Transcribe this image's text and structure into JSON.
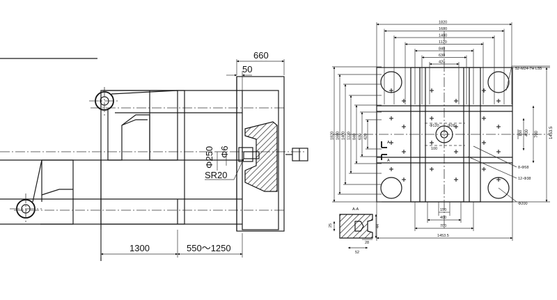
{
  "side_view": {
    "dim_660": "660",
    "dim_50": "50",
    "dim_phi250": "Φ250",
    "dim_phi6": "Φ6",
    "dim_sr20": "SR20",
    "dim_1300": "1300",
    "dim_550_1250": "550～1250"
  },
  "platen_view": {
    "widths_top": [
      "1820",
      "1680",
      "1400",
      "1120",
      "840",
      "630",
      "420"
    ],
    "heights_left": [
      "1820",
      "1680",
      "1400",
      "1120",
      "840",
      "630",
      "420"
    ],
    "right_dims": [
      "1453.5",
      "700",
      "400",
      "150"
    ],
    "bottom_dims": [
      "150",
      "400",
      "700",
      "1453.5"
    ],
    "labels": {
      "thread_note": "52-M24-7H L55",
      "phi_center_a": "Φ120",
      "phi_center_b": "Φ28",
      "dim_100": "100",
      "hole_8": "8-Φ58",
      "hole_12": "12-Φ38",
      "phi200": "Φ200",
      "section_mark_a": "A",
      "section_mark_b": "A"
    }
  },
  "section_view": {
    "title": "A-A",
    "d1": "25",
    "d2": "44",
    "d3": "28",
    "d4": "52"
  }
}
